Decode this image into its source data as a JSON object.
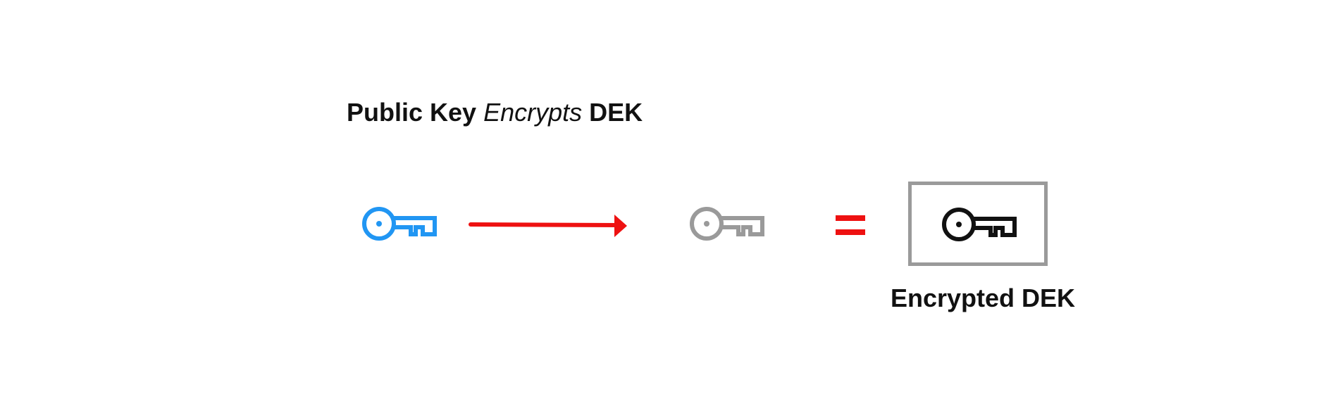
{
  "title": {
    "part1": "Public Key",
    "part2": "Encrypts",
    "part3": "DEK"
  },
  "icons": {
    "public_key": "key-icon",
    "dek": "key-icon",
    "encrypted_dek": "key-icon",
    "arrow": "arrow-right-icon",
    "equals": "equals-icon"
  },
  "colors": {
    "public_key": "#2196f3",
    "dek": "#9a9a9a",
    "encrypted_dek": "#111111",
    "arrow": "#ee1111",
    "equals": "#ee1111",
    "box_border": "#9a9a9a"
  },
  "result": {
    "caption": "Encrypted DEK"
  }
}
